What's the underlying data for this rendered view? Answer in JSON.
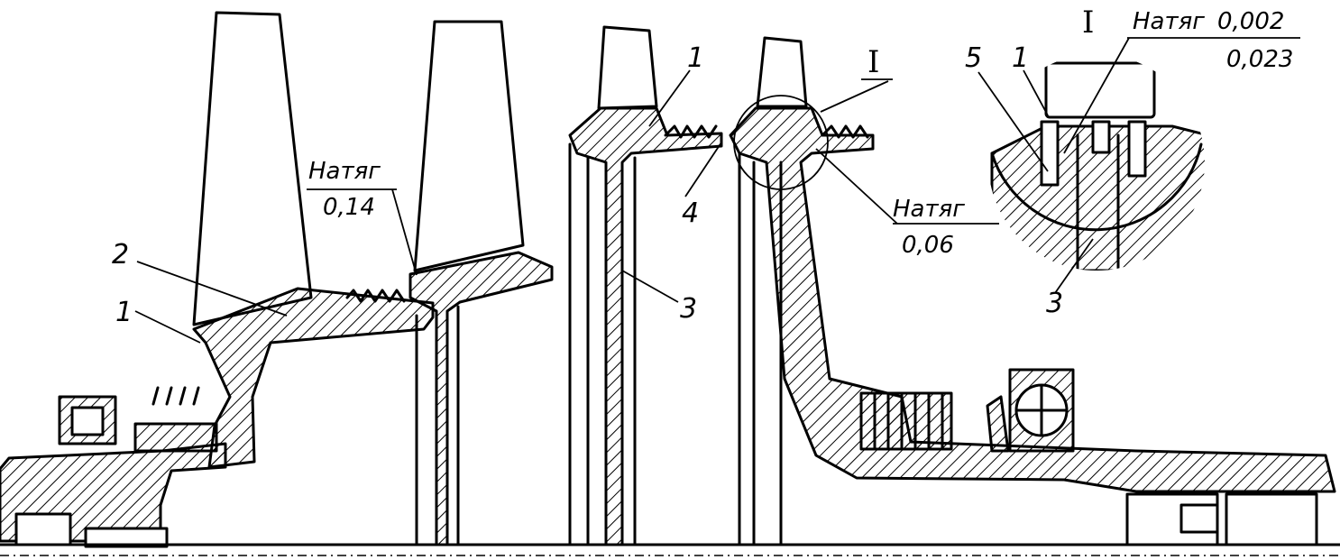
{
  "callouts": {
    "rotor_1_left": "1",
    "rotor_2": "2",
    "rotor_1_top": "1",
    "rotor_3_mid": "3",
    "rotor_4": "4",
    "detail_mark": "I",
    "detail_5": "5",
    "detail_1": "1",
    "detail_3": "3"
  },
  "interference_notes": {
    "left": {
      "label": "Натяг",
      "value": "0,14"
    },
    "right": {
      "label": "Натяг",
      "value": "0,06"
    },
    "detail": {
      "label": "Натяг",
      "value_upper": "0,002",
      "value_lower": "0,023"
    }
  },
  "detail_view": {
    "title": "I"
  }
}
